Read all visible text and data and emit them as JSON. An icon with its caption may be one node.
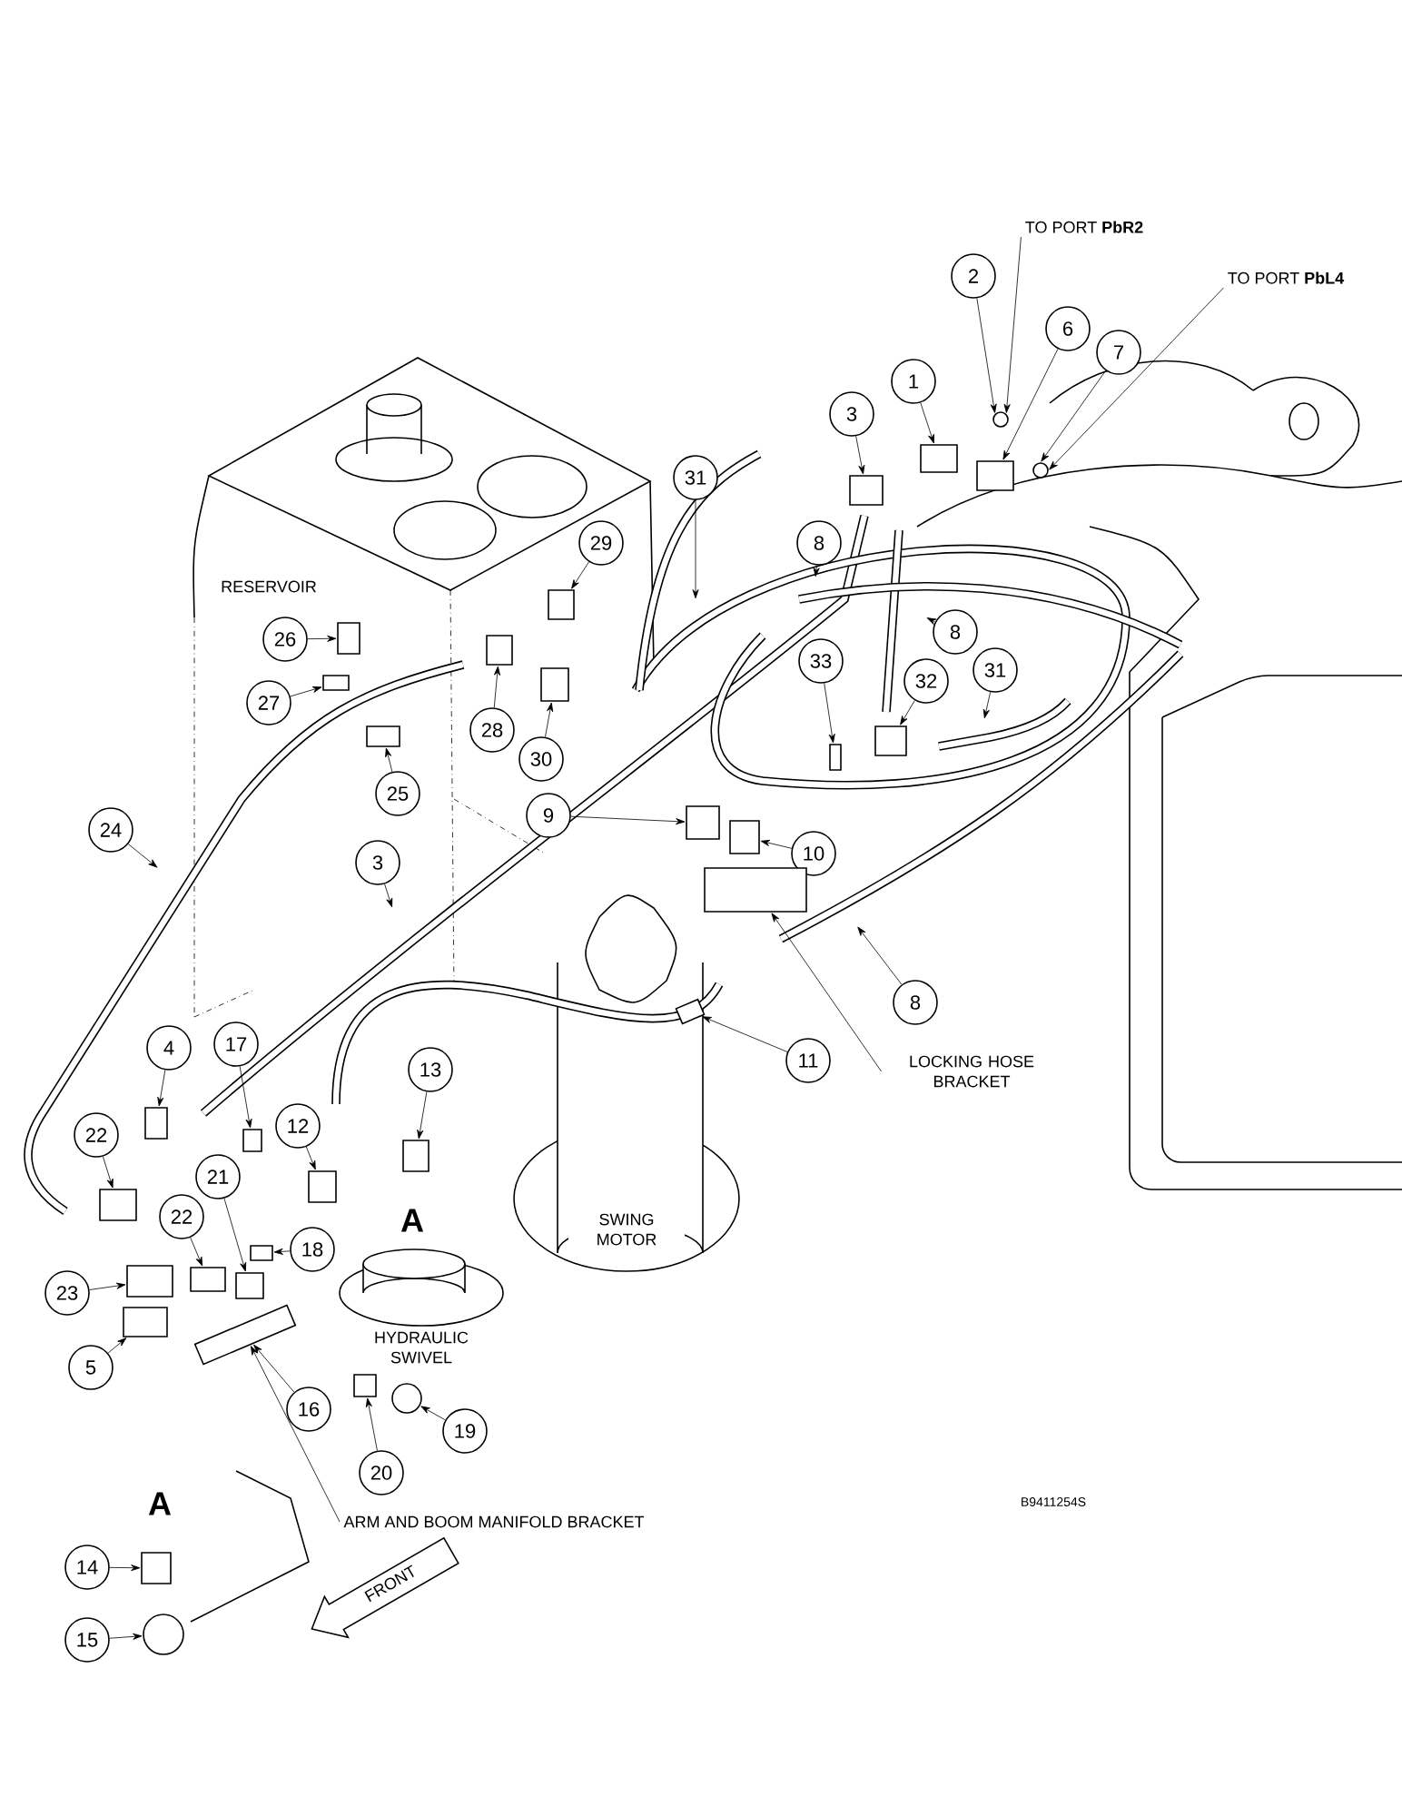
{
  "diagram": {
    "nodes": [
      {
        "text": [
          "TO PORT **PbR2**"
        ]
      },
      {
        "text": [
          "2"
        ]
      },
      {
        "text": [
          "TO PORT **PbL4**"
        ]
      },
      {
        "text": [
          "6"
        ]
      },
      {
        "text": [
          "7"
        ]
      },
      {
        "text": [
          "1"
        ]
      },
      {
        "text": [
          "3"
        ]
      },
      {
        "text": [
          "31"
        ]
      },
      {
        "text": [
          "29"
        ]
      },
      {
        "text": [
          "8"
        ]
      },
      {
        "text": [
          "8"
        ]
      },
      {
        "text": [
          "26"
        ]
      },
      {
        "text": [
          "33"
        ]
      },
      {
        "text": [
          "31"
        ]
      },
      {
        "text": [
          "32"
        ]
      },
      {
        "text": [
          "27"
        ]
      },
      {
        "text": [
          "28"
        ]
      },
      {
        "text": [
          "30"
        ]
      },
      {
        "text": [
          "25"
        ]
      },
      {
        "text": [
          "9"
        ]
      },
      {
        "text": [
          "24"
        ]
      },
      {
        "text": [
          "10"
        ]
      },
      {
        "text": [
          "3"
        ]
      },
      {
        "text": [
          "8"
        ]
      },
      {
        "text": [
          "17"
        ]
      },
      {
        "text": [
          "4"
        ]
      },
      {
        "text": [
          "11"
        ]
      },
      {
        "text": [
          "13"
        ]
      },
      {
        "text": [
          "LOCKING HOSE BRACKET"
        ]
      },
      {
        "text": [
          "12"
        ]
      },
      {
        "text": [
          "22"
        ]
      },
      {
        "text": [
          "21"
        ]
      },
      {
        "text": [
          "22"
        ]
      },
      {
        "text": [
          "18"
        ]
      },
      {
        "text": [
          "23"
        ]
      },
      {
        "text": [
          "5"
        ]
      },
      {
        "text": [
          "16"
        ]
      },
      {
        "text": [
          "19"
        ]
      },
      {
        "text": [
          "20"
        ]
      },
      {
        "text": [
          "ARM AND BOOM MANIFOLD BRACKET"
        ]
      },
      {
        "text": [
          "14"
        ]
      },
      {
        "text": [
          "15"
        ]
      },
      {
        "text": [],
        "shape": "circle"
      },
      {
        "text": [],
        "shape": "box"
      },
      {
        "text": [],
        "shape": "box"
      },
      {
        "text": [],
        "shape": "circle"
      },
      {
        "text": [],
        "shape": "box"
      },
      {
        "text": [],
        "shape": "box"
      },
      {
        "text": [],
        "shape": "box"
      },
      {
        "text": [],
        "shape": "box"
      },
      {
        "text": [],
        "shape": "box"
      },
      {
        "text": [],
        "shape": "box"
      },
      {
        "text": [],
        "shape": "box"
      },
      {
        "text": [],
        "shape": "box"
      },
      {
        "text": [],
        "shape": "box"
      },
      {
        "text": [],
        "shape": "box"
      },
      {
        "text": [],
        "shape": "box"
      },
      {
        "text": [],
        "shape": "box"
      },
      {
        "text": [],
        "shape": "box"
      },
      {
        "text": [],
        "shape": "box"
      },
      {
        "text": [],
        "shape": "box"
      },
      {
        "text": [],
        "shape": "box"
      },
      {
        "text": [],
        "shape": "box"
      },
      {
        "text": [],
        "shape": "box"
      },
      {
        "text": [],
        "shape": "box"
      },
      {
        "text": [],
        "shape": "box"
      },
      {
        "text": [],
        "shape": "box"
      },
      {
        "text": [],
        "shape": "box"
      },
      {
        "text": [],
        "shape": "box"
      },
      {
        "text": [],
        "shape": "circle"
      },
      {
        "text": [],
        "shape": "box"
      },
      {
        "text": [],
        "shape": "box"
      },
      {
        "text": [],
        "shape": "circle"
      },
      {
        "text": [],
        "shape": "box"
      }
    ],
    "edges": [
      {
        "from": 0,
        "to": 42,
        "arrow": "to"
      },
      {
        "from": 1,
        "to": 42,
        "arrow": "to"
      },
      {
        "from": 2,
        "to": 45,
        "arrow": "to"
      },
      {
        "from": 3,
        "to": 44,
        "arrow": "to"
      },
      {
        "from": 4,
        "to": 45,
        "arrow": "to"
      },
      {
        "from": 5,
        "to": 43,
        "arrow": "to"
      },
      {
        "from": 6,
        "to": 46,
        "arrow": "to"
      },
      {
        "from": 7,
        "to": null,
        "arrow": "to"
      },
      {
        "from": 8,
        "to": 47,
        "arrow": "to"
      },
      {
        "from": 9,
        "to": null,
        "arrow": "to"
      },
      {
        "from": 10,
        "to": null,
        "arrow": "to"
      },
      {
        "from": 11,
        "to": 48,
        "arrow": "to"
      },
      {
        "from": 12,
        "to": 53,
        "arrow": "to"
      },
      {
        "from": 13,
        "to": null,
        "arrow": "to"
      },
      {
        "from": 14,
        "to": 54,
        "arrow": "to"
      },
      {
        "from": 15,
        "to": 49,
        "arrow": "to"
      },
      {
        "from": 16,
        "to": 50,
        "arrow": "to"
      },
      {
        "from": 17,
        "to": 51,
        "arrow": "to"
      },
      {
        "from": 18,
        "to": 52,
        "arrow": "to"
      },
      {
        "from": 19,
        "to": 55,
        "arrow": "to"
      },
      {
        "from": 20,
        "to": null,
        "arrow": "to"
      },
      {
        "from": 21,
        "to": 56,
        "arrow": "to"
      },
      {
        "from": 22,
        "to": null,
        "arrow": "to"
      },
      {
        "from": 23,
        "to": null,
        "arrow": "to"
      },
      {
        "from": 24,
        "to": 58,
        "arrow": "to"
      },
      {
        "from": 25,
        "to": 59,
        "arrow": "to"
      },
      {
        "from": 26,
        "to": 73,
        "arrow": "to"
      },
      {
        "from": 27,
        "to": 60,
        "arrow": "to"
      },
      {
        "from": 28,
        "to": 57,
        "arrow": "to"
      },
      {
        "from": 29,
        "to": 61,
        "arrow": "to"
      },
      {
        "from": 30,
        "to": 62,
        "arrow": "to"
      },
      {
        "from": 31,
        "to": 63,
        "arrow": "to"
      },
      {
        "from": 32,
        "to": 64,
        "arrow": "to"
      },
      {
        "from": 33,
        "to": 65,
        "arrow": "to"
      },
      {
        "from": 34,
        "to": 66,
        "arrow": "to"
      },
      {
        "from": 35,
        "to": 67,
        "arrow": "to"
      },
      {
        "from": 36,
        "to": 68,
        "arrow": "to"
      },
      {
        "from": 37,
        "to": 69,
        "arrow": "to"
      },
      {
        "from": 38,
        "to": 70,
        "arrow": "to"
      },
      {
        "from": 39,
        "to": 68,
        "arrow": "to"
      },
      {
        "from": 40,
        "to": 71,
        "arrow": "to"
      },
      {
        "from": 41,
        "to": 72,
        "arrow": "to"
      }
    ],
    "labels": [
      "RESERVOIR",
      "A",
      "SWING MOTOR",
      "HYDRAULIC SWIVEL",
      "A",
      "B9411254S",
      "FRONT"
    ]
  }
}
